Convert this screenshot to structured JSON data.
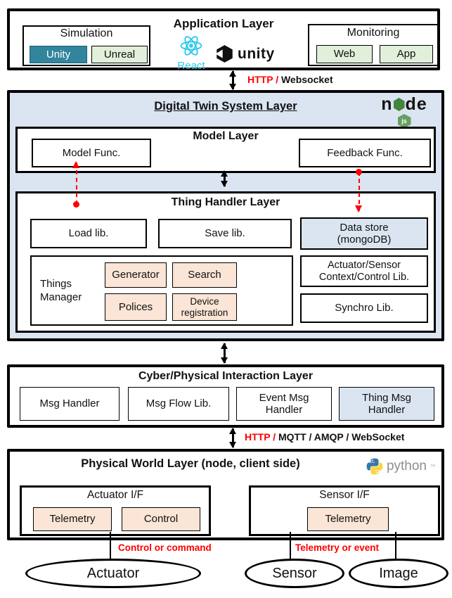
{
  "app": {
    "title": "Application Layer",
    "simulation_title": "Simulation",
    "unity_btn": "Unity",
    "unreal_btn": "Unreal",
    "monitoring_title": "Monitoring",
    "web_btn": "Web",
    "app_btn": "App",
    "react_label": "React",
    "unity_label": "unity"
  },
  "links": {
    "app_dts_red": "HTTP /",
    "app_dts_black": " Websocket",
    "cyber_phys_red": "HTTP /",
    "cyber_phys_black": " MQTT / AMQP / WebSocket"
  },
  "dts": {
    "title": "Digital Twin System Layer",
    "node_n": "n",
    "node_de": "de",
    "node_js": "js",
    "model": {
      "title": "Model Layer",
      "model_func": "Model Func.",
      "feedback_func": "Feedback Func."
    },
    "thing": {
      "title": "Thing Handler Layer",
      "load": "Load lib.",
      "save": "Save lib.",
      "datastore": "Data store (mongoDB)",
      "things_manager": "Things Manager",
      "generator": "Generator",
      "search": "Search",
      "polices": "Polices",
      "device_registration": "Device registration",
      "context_lib": "Actuator/Sensor Context/Control Lib.",
      "synchro": "Synchro Lib."
    }
  },
  "cyber": {
    "title": "Cyber/Physical Interaction Layer",
    "msg_handler": "Msg Handler",
    "msg_flow": "Msg Flow Lib.",
    "event_msg": "Event Msg Handler",
    "thing_msg": "Thing Msg Handler"
  },
  "physical": {
    "title": "Physical World Layer (node, client side)",
    "python_label": "python",
    "python_tm": "™",
    "actuator_if": "Actuator I/F",
    "actuator_telemetry": "Telemetry",
    "actuator_control": "Control",
    "sensor_if": "Sensor I/F",
    "sensor_telemetry": "Telemetry"
  },
  "bottom": {
    "control_label": "Control or command",
    "telemetry_label": "Telemetry or event",
    "actuator": "Actuator",
    "sensor": "Sensor",
    "image": "Image"
  },
  "icons": {
    "react": "react-atom-icon",
    "unity": "unity-cube-icon",
    "nodejs": "nodejs-hexagon-icon",
    "python": "python-snakes-icon"
  },
  "colors": {
    "layer_blue": "#dbe5f1",
    "highlight_blue": "#dbe5f1",
    "orange": "#fbe5d6",
    "green": "#e2efda",
    "teal": "#31859c",
    "red": "#ff0000",
    "react_cyan": "#2ec8ee",
    "node_green": "#43853d",
    "python_blue": "#3776ab",
    "python_yellow": "#ffd43b"
  }
}
